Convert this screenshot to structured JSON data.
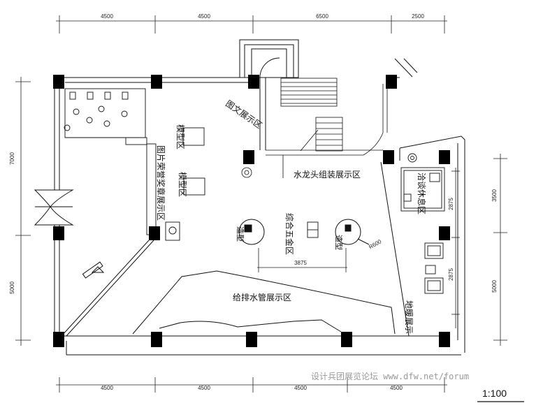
{
  "dimensions": {
    "top": [
      "4500",
      "4500",
      "6500",
      "2500"
    ],
    "bottom": [
      "4500",
      "4500",
      "4500",
      "4500"
    ],
    "left": [
      "7000",
      "5000"
    ],
    "right": [
      "3500",
      "5000"
    ],
    "inner_right": [
      "2875",
      "2875"
    ],
    "inner_h": "3875",
    "radius": "R600"
  },
  "zones": {
    "graphic_text": "图文展示区",
    "photo_honor": "图片荣誉奖章展示区",
    "model_1": "模型区",
    "model_2": "模型区",
    "faucet": "水龙头组装展示区",
    "negotiation": "洽谈休息区",
    "hardware": "综合五金区",
    "sculpture_1": "造型",
    "sculpture_2": "造型",
    "pipe": "给排水管展示区",
    "floor_heating": "地暖展示"
  },
  "watermark": "设计兵团展览论坛 www.dfw.net/forum",
  "scale": "1:100",
  "colors": {
    "line": "#111111",
    "column": "#000000",
    "dim": "#222222"
  }
}
